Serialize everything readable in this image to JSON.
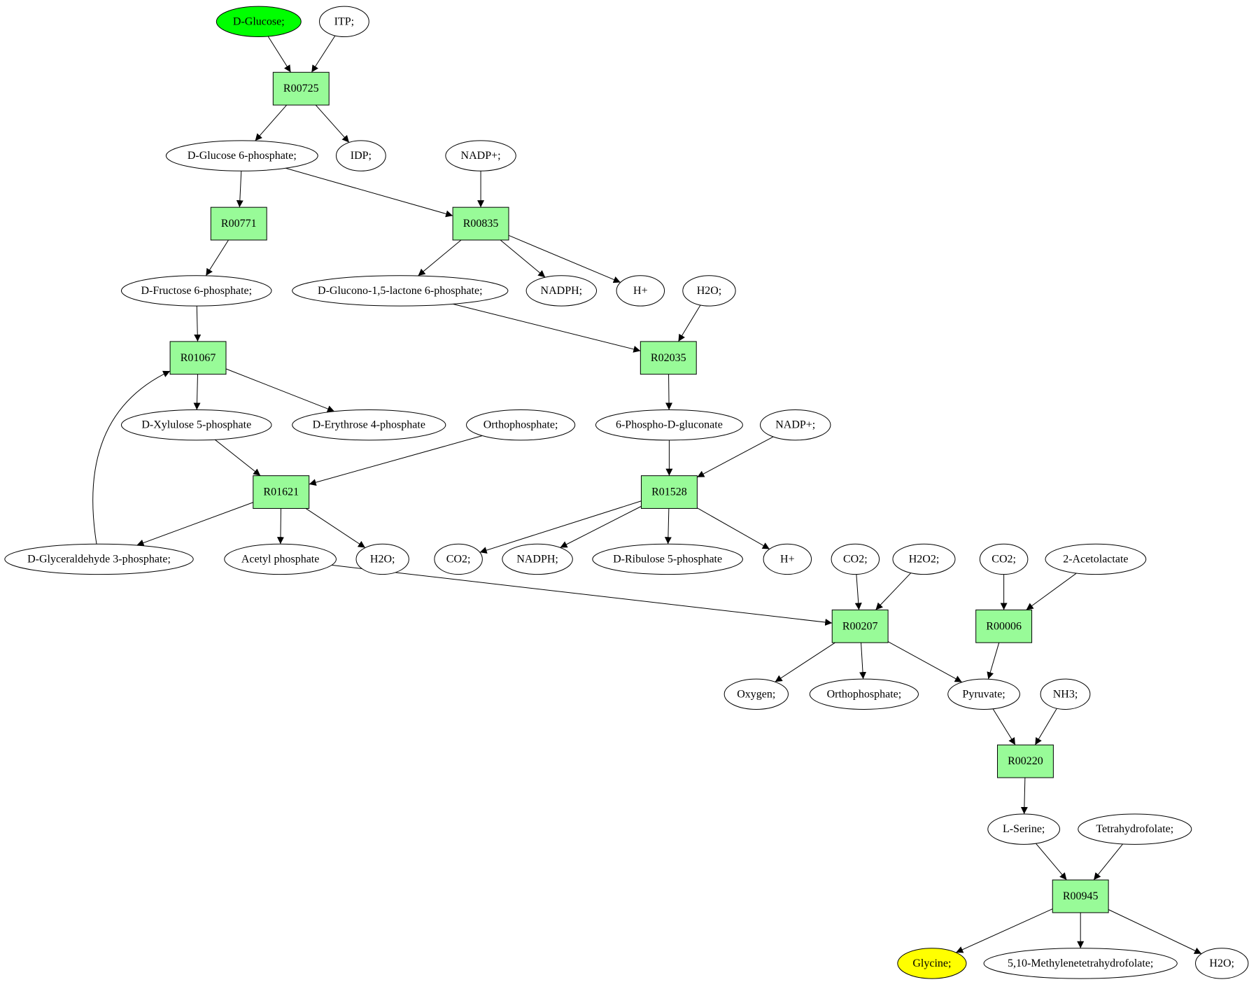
{
  "colors": {
    "reaction_fill": "#98fb98",
    "start_fill": "#00ff00",
    "target_fill": "#ffff00",
    "compound_fill": "#ffffff"
  },
  "compounds": {
    "d_glucose": "D-Glucose;",
    "itp": "ITP;",
    "d_glucose_6p": "D-Glucose 6-phosphate;",
    "idp": "IDP;",
    "nadp_1": "NADP+;",
    "d_fructose_6p": "D-Fructose 6-phosphate;",
    "d_glucono_lactone_6p": "D-Glucono-1,5-lactone 6-phosphate;",
    "nadph_1": "NADPH;",
    "h_plus_1": "H+",
    "h2o_1": "H2O;",
    "d_xylulose_5p": "D-Xylulose 5-phosphate",
    "d_erythrose_4p": "D-Erythrose 4-phosphate",
    "orthophosphate_1": "Orthophosphate;",
    "phospho_gluconate": "6-Phospho-D-gluconate",
    "nadp_2": "NADP+;",
    "d_glyceraldehyde_3p": "D-Glyceraldehyde 3-phosphate;",
    "acetyl_phosphate": "Acetyl phosphate",
    "h2o_2": "H2O;",
    "co2_1": "CO2;",
    "nadph_2": "NADPH;",
    "d_ribulose_5p": "D-Ribulose 5-phosphate",
    "h_plus_2": "H+",
    "co2_2": "CO2;",
    "h2o2": "H2O2;",
    "co2_3": "CO2;",
    "acetolactate": "2-Acetolactate",
    "oxygen": "Oxygen;",
    "orthophosphate_2": "Orthophosphate;",
    "pyruvate": "Pyruvate;",
    "nh3": "NH3;",
    "l_serine": "L-Serine;",
    "tetrahydrofolate": "Tetrahydrofolate;",
    "glycine": "Glycine;",
    "methylene_thf": "5,10-Methylenetetrahydrofolate;",
    "h2o_3": "H2O;"
  },
  "reactions": {
    "r00725": "R00725",
    "r00771": "R00771",
    "r00835": "R00835",
    "r01067": "R01067",
    "r02035": "R02035",
    "r01621": "R01621",
    "r01528": "R01528",
    "r00207": "R00207",
    "r00006": "R00006",
    "r00220": "R00220",
    "r00945": "R00945"
  },
  "edges": [
    [
      "d_glucose",
      "r00725"
    ],
    [
      "itp",
      "r00725"
    ],
    [
      "r00725",
      "d_glucose_6p"
    ],
    [
      "r00725",
      "idp"
    ],
    [
      "d_glucose_6p",
      "r00771"
    ],
    [
      "d_glucose_6p",
      "r00835"
    ],
    [
      "nadp_1",
      "r00835"
    ],
    [
      "r00771",
      "d_fructose_6p"
    ],
    [
      "r00835",
      "d_glucono_lactone_6p"
    ],
    [
      "r00835",
      "nadph_1"
    ],
    [
      "r00835",
      "h_plus_1"
    ],
    [
      "d_fructose_6p",
      "r01067"
    ],
    [
      "d_glyceraldehyde_3p",
      "r01067"
    ],
    [
      "d_glucono_lactone_6p",
      "r02035"
    ],
    [
      "h2o_1",
      "r02035"
    ],
    [
      "r01067",
      "d_xylulose_5p"
    ],
    [
      "r01067",
      "d_erythrose_4p"
    ],
    [
      "r02035",
      "phospho_gluconate"
    ],
    [
      "d_xylulose_5p",
      "r01621"
    ],
    [
      "orthophosphate_1",
      "r01621"
    ],
    [
      "phospho_gluconate",
      "r01528"
    ],
    [
      "nadp_2",
      "r01528"
    ],
    [
      "r01621",
      "d_glyceraldehyde_3p"
    ],
    [
      "r01621",
      "acetyl_phosphate"
    ],
    [
      "r01621",
      "h2o_2"
    ],
    [
      "r01528",
      "co2_1"
    ],
    [
      "r01528",
      "nadph_2"
    ],
    [
      "r01528",
      "d_ribulose_5p"
    ],
    [
      "r01528",
      "h_plus_2"
    ],
    [
      "acetyl_phosphate",
      "r00207"
    ],
    [
      "co2_2",
      "r00207"
    ],
    [
      "h2o2",
      "r00207"
    ],
    [
      "co2_3",
      "r00006"
    ],
    [
      "acetolactate",
      "r00006"
    ],
    [
      "r00207",
      "oxygen"
    ],
    [
      "r00207",
      "orthophosphate_2"
    ],
    [
      "r00207",
      "pyruvate"
    ],
    [
      "r00006",
      "pyruvate"
    ],
    [
      "pyruvate",
      "r00220"
    ],
    [
      "nh3",
      "r00220"
    ],
    [
      "r00220",
      "l_serine"
    ],
    [
      "l_serine",
      "r00945"
    ],
    [
      "tetrahydrofolate",
      "r00945"
    ],
    [
      "r00945",
      "glycine"
    ],
    [
      "r00945",
      "methylene_thf"
    ],
    [
      "r00945",
      "h2o_3"
    ]
  ]
}
